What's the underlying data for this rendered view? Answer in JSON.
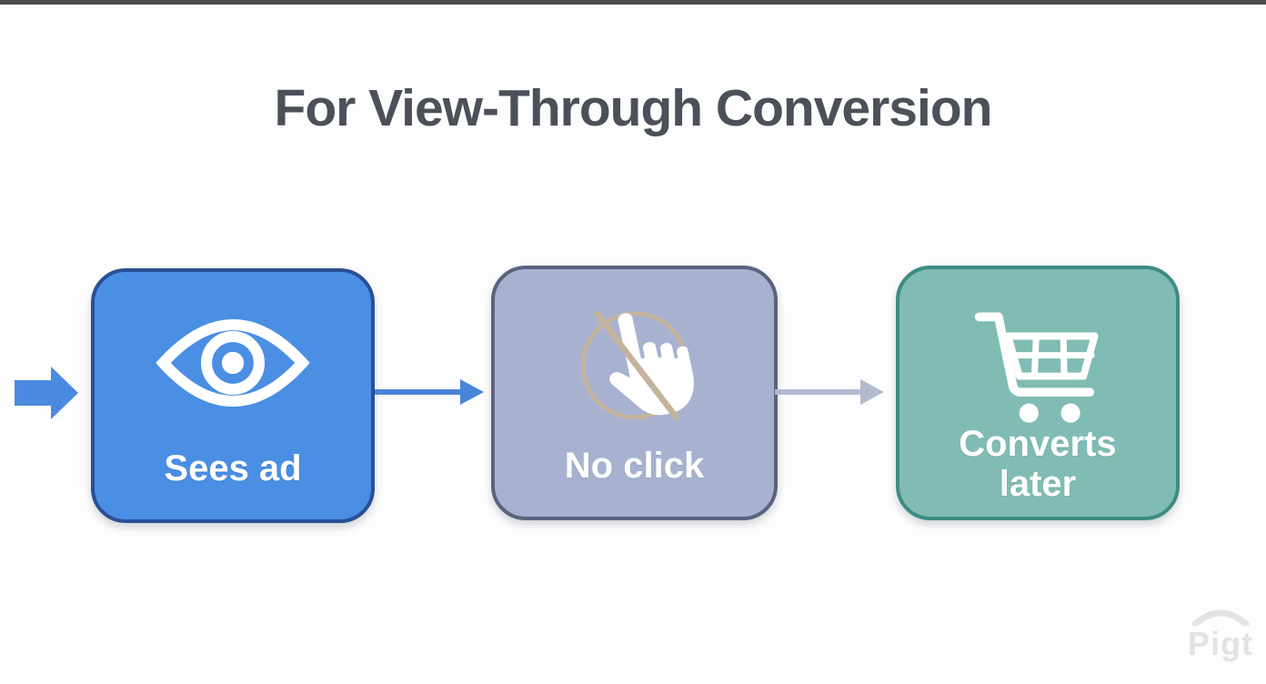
{
  "page": {
    "title": "For View-Through Conversion",
    "title_color": "#4b5059",
    "top_bar_color": "#2b2b2b",
    "background": "#fdfdfd",
    "watermark": "Pigt",
    "watermark_color": "#e3e3e6"
  },
  "flow": {
    "entry_arrow": {
      "icon": "block-arrow-right-icon",
      "color": "#4a8ae0"
    },
    "steps": [
      {
        "label": "Sees ad",
        "icon": "eye-icon",
        "fill": "#4a8fe4",
        "border": "#2a4f96",
        "text_color": "#ffffff"
      },
      {
        "label": "No click",
        "icon": "no-click-hand-icon",
        "fill": "#a8b2d0",
        "border": "#59637d",
        "text_color": "#ffffff",
        "no_sign_color": "#c4b49d"
      },
      {
        "label": "Converts later",
        "icon": "shopping-cart-icon",
        "fill": "#80bcb4",
        "border": "#3d8c82",
        "text_color": "#ffffff"
      }
    ],
    "connectors": [
      {
        "from": "Sees ad",
        "to": "No click",
        "style": "arrow-right",
        "color": "#4a84d8"
      },
      {
        "from": "No click",
        "to": "Converts later",
        "style": "arrow-right",
        "color": "#b4bacf"
      }
    ]
  }
}
